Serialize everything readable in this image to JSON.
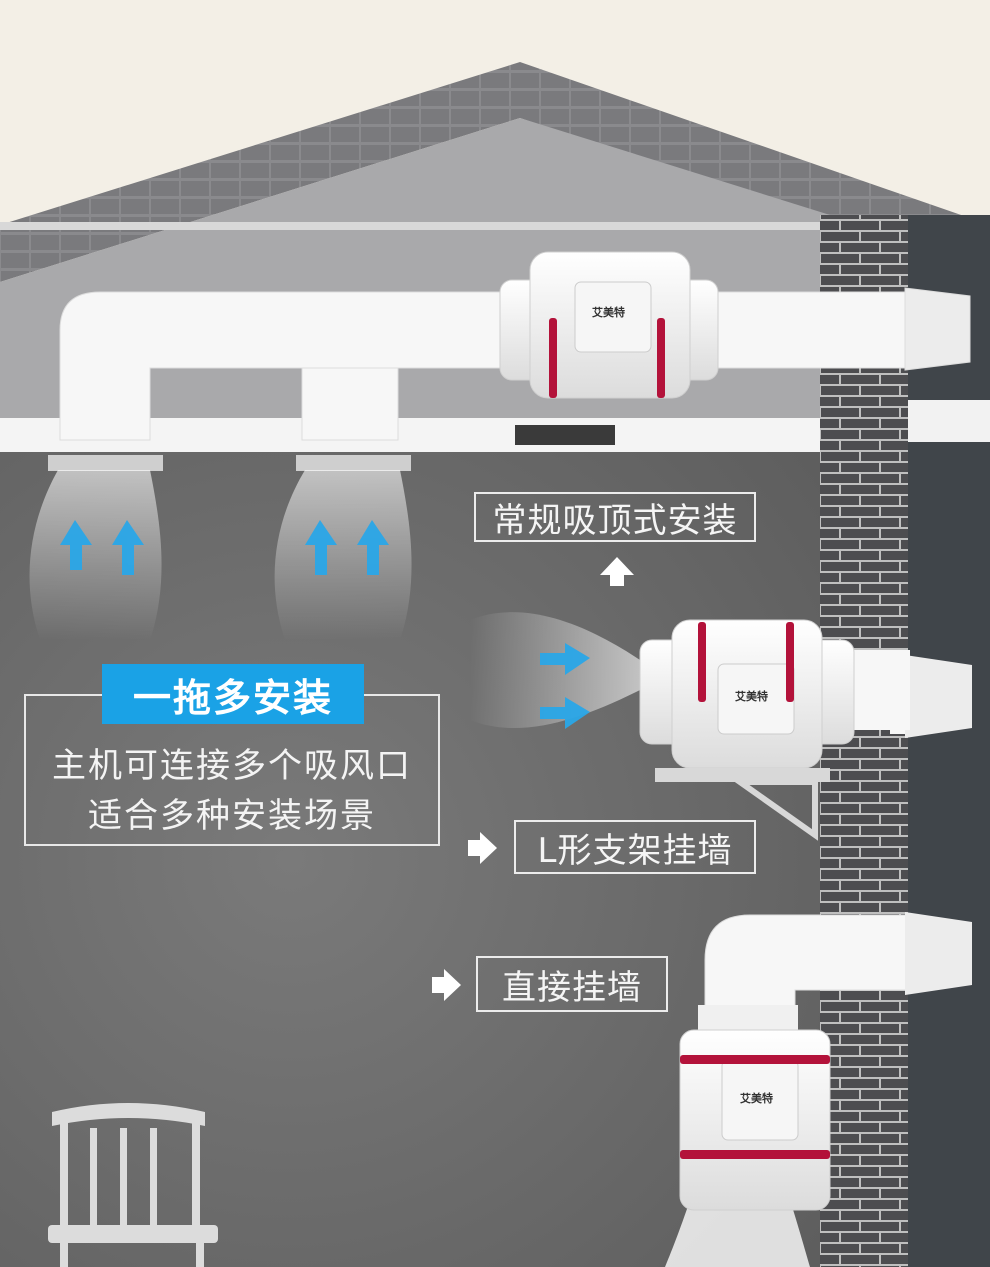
{
  "labels": {
    "ceiling": "常规吸顶式安装",
    "l_bracket": "L形支架挂墙",
    "direct_wall": "直接挂墙"
  },
  "feature": {
    "title": "一拖多安装",
    "line1": "主机可连接多个吸风口",
    "line2": "适合多种安装场景"
  },
  "brand": "艾美特",
  "colors": {
    "wall": "#6b6b6b",
    "roof": "#7d7d80",
    "brick": "#4b4b4e",
    "accent_blue": "#1aa2e6",
    "fan_red": "#b3123a",
    "duct": "#f7f7f7"
  }
}
